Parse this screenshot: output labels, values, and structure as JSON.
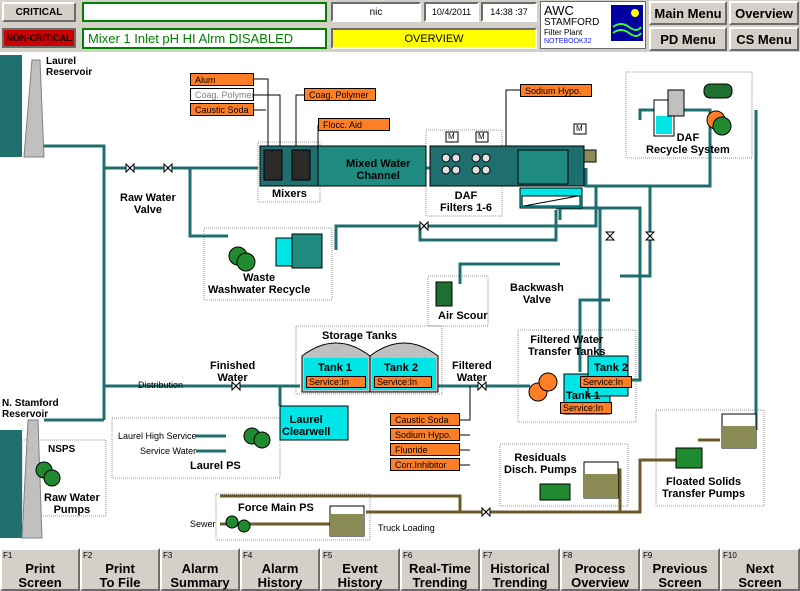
{
  "header": {
    "critical_label": "CRITICAL",
    "noncritical_label": "NON-CRITICAL",
    "alarm_message": "Mixer 1 Inlet pH HI Alrm DISABLED",
    "user": "nic",
    "date": "10/4/2011",
    "time": "14:38 :37",
    "screen_name": "OVERVIEW",
    "org": "AWC",
    "site": "STAMFORD",
    "plant": "Filter Plant",
    "node": "NOTEBOOK32",
    "buttons": {
      "main_menu": "Main Menu",
      "overview": "Overview",
      "pd_menu": "PD Menu",
      "cs_menu": "CS Menu"
    }
  },
  "diagram": {
    "laurel_reservoir": "Laurel\nReservoir",
    "n_stamford_reservoir": "N. Stamford\nReservoir",
    "nsps": "NSPS",
    "raw_water_pumps": "Raw Water\nPumps",
    "raw_water_valve": "Raw Water\nValve",
    "mixers": "Mixers",
    "mixed_water_channel": "Mixed Water\nChannel",
    "daf_filters": "DAF\nFilters 1-6",
    "daf_recycle": "DAF\nRecycle System",
    "waste_washwater": "Waste\nWashwater Recycle",
    "air_scour": "Air Scour",
    "backwash_valve": "Backwash\nValve",
    "storage_tanks": "Storage Tanks",
    "tank1": "Tank 1",
    "tank2": "Tank 2",
    "service_in": "Service:In",
    "finished_water": "Finished\nWater",
    "filtered_water": "Filtered\nWater",
    "fw_transfer": "Filtered Water\nTransfer Tanks",
    "distribution": "Distribution",
    "laurel_clearwell": "Laurel\nClearwell",
    "laurel_high_service": "Laurel High Service",
    "service_water": "Service Water",
    "laurel_ps": "Laurel PS",
    "residuals": "Residuals\nDisch. Pumps",
    "floated_solids": "Floated Solids\nTransfer Pumps",
    "force_main_ps": "Force Main PS",
    "sewer": "Sewer",
    "truck_loading": "Truck Loading",
    "motor_tag": "M",
    "chemicals_top": [
      "Alum",
      "Coag. Polymer",
      "Caustic Soda"
    ],
    "coag_polymer_2": "Coag. Polymer",
    "flocc_aid": "Flocc. Aid",
    "sodium_hypo_top": "Sodium Hypo.",
    "chemicals_finished": [
      "Caustic Soda",
      "Sodium Hypo.",
      "Fluoride",
      "Corr.Inhibitor"
    ]
  },
  "function_keys": [
    {
      "key": "F1",
      "label": "Print\nScreen"
    },
    {
      "key": "F2",
      "label": "Print\nTo File"
    },
    {
      "key": "F3",
      "label": "Alarm\nSummary"
    },
    {
      "key": "F4",
      "label": "Alarm\nHistory"
    },
    {
      "key": "F5",
      "label": "Event\nHistory"
    },
    {
      "key": "F6",
      "label": "Real-Time\nTrending"
    },
    {
      "key": "F7",
      "label": "Historical\nTrending"
    },
    {
      "key": "F8",
      "label": "Process\nOverview"
    },
    {
      "key": "F9",
      "label": "Previous\nScreen"
    },
    {
      "key": "F10",
      "label": "Next\nScreen"
    }
  ],
  "colors": {
    "pipe": "#1f6f6f",
    "water": "#00e5e5",
    "chem": "#ff7f27",
    "alarm_yellow": "#ffff00",
    "alarm_green": "#008000",
    "sludge": "#8b8b55"
  }
}
